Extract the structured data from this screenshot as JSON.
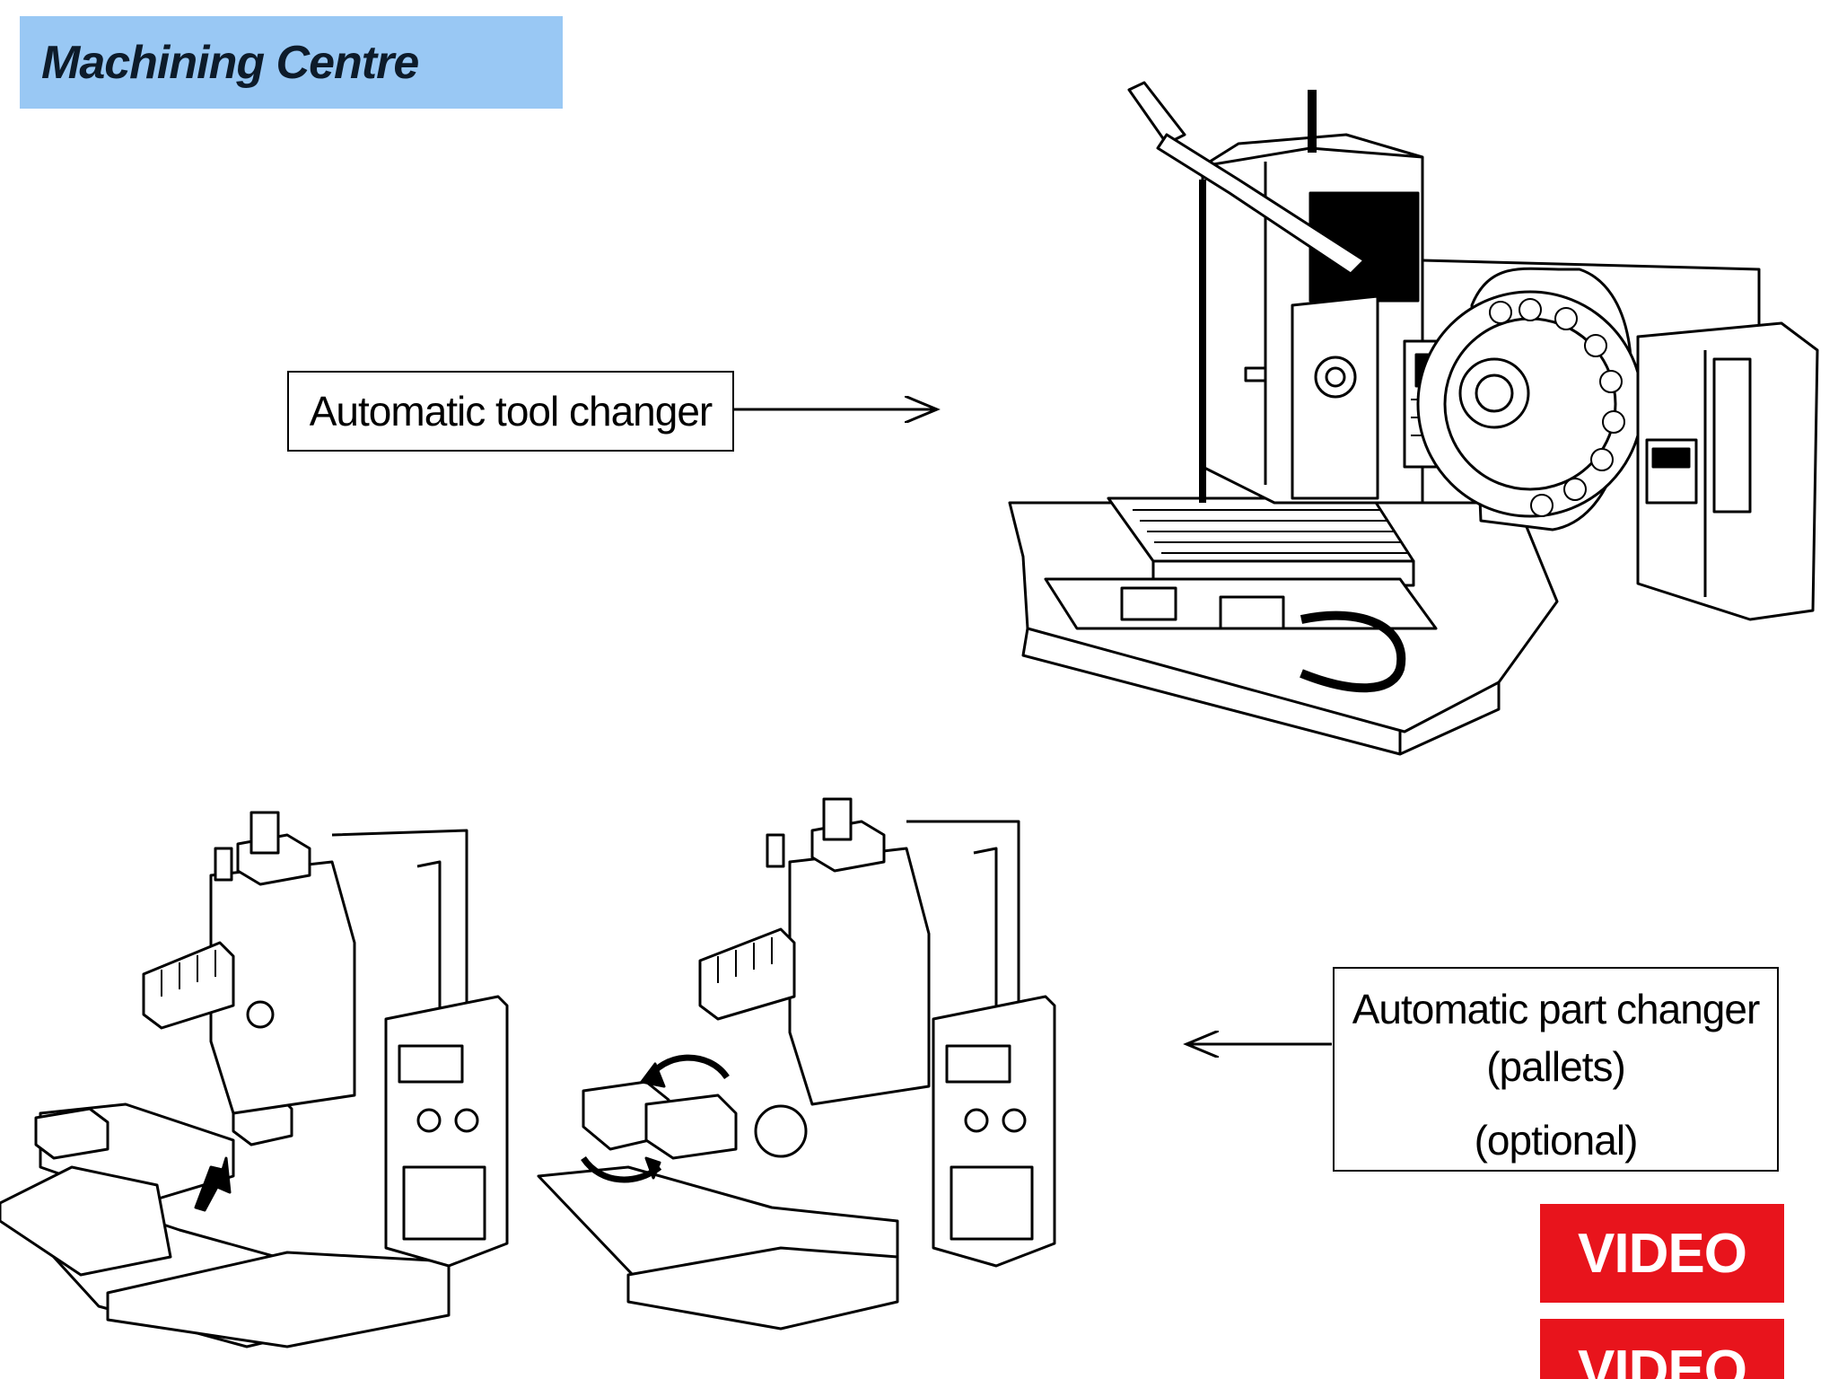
{
  "title": "Machining Centre",
  "labels": {
    "atc": "Automatic tool changer",
    "apc_line1": "Automatic part changer",
    "apc_line2": "(pallets)",
    "apc_line3": "(optional)"
  },
  "buttons": {
    "video1": "VIDEO",
    "video2": "VIDEO"
  },
  "colors": {
    "title_bg": "#99c8f4",
    "video_bg": "#e8141c"
  }
}
